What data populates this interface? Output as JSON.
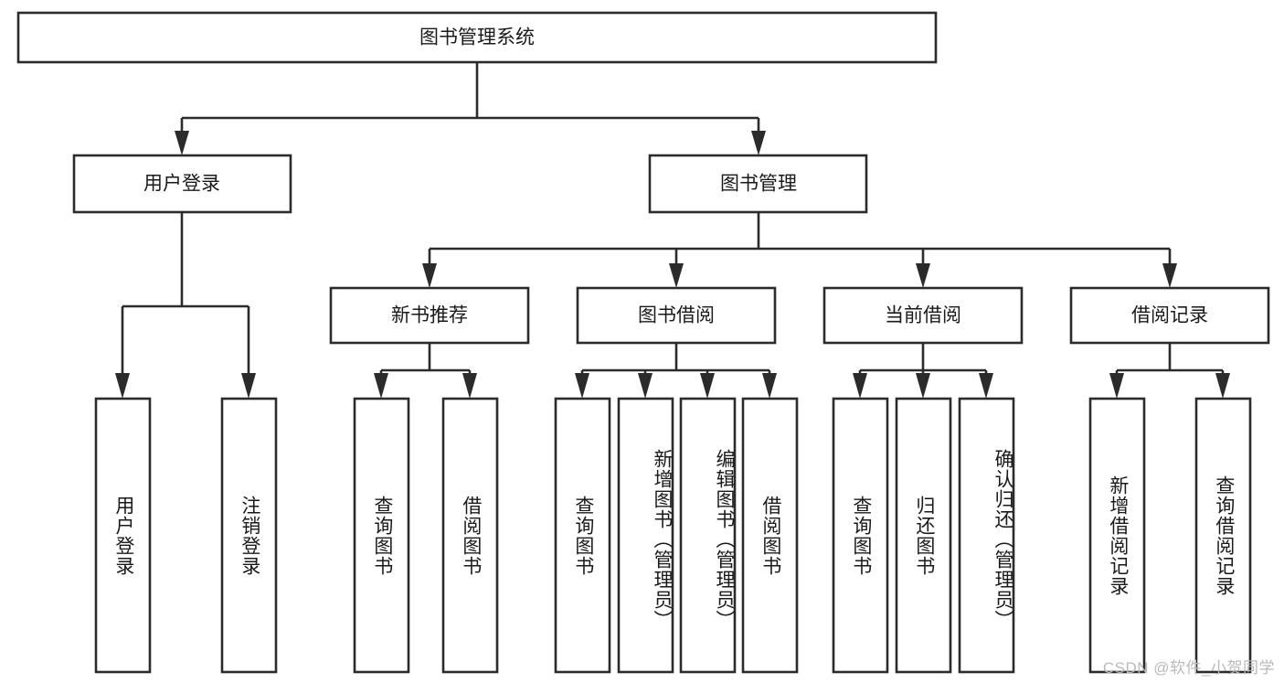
{
  "diagram": {
    "title": "图书管理系统",
    "type": "tree-hierarchy",
    "orientation": "top-down",
    "root": {
      "id": "root",
      "label": "图书管理系统"
    },
    "level2": [
      {
        "id": "user-login",
        "label": "用户登录"
      },
      {
        "id": "book-management",
        "label": "图书管理"
      }
    ],
    "level3": [
      {
        "id": "new-book-recommend",
        "label": "新书推荐",
        "parent": "book-management"
      },
      {
        "id": "book-borrow",
        "label": "图书借阅",
        "parent": "book-management"
      },
      {
        "id": "current-borrow",
        "label": "当前借阅",
        "parent": "book-management"
      },
      {
        "id": "borrow-record",
        "label": "借阅记录",
        "parent": "book-management"
      }
    ],
    "leaves": [
      {
        "id": "leaf-user-login",
        "label": "用户登录",
        "parent": "user-login"
      },
      {
        "id": "leaf-logout-login",
        "label": "注销登录",
        "parent": "user-login"
      },
      {
        "id": "leaf-query-book-1",
        "label": "查询图书",
        "parent": "new-book-recommend"
      },
      {
        "id": "leaf-borrow-book-1",
        "label": "借阅图书",
        "parent": "new-book-recommend"
      },
      {
        "id": "leaf-query-book-2",
        "label": "查询图书",
        "parent": "book-borrow"
      },
      {
        "id": "leaf-add-book",
        "label": "新增图书（管理员）",
        "parent": "book-borrow"
      },
      {
        "id": "leaf-edit-book",
        "label": "编辑图书（管理员）",
        "parent": "book-borrow"
      },
      {
        "id": "leaf-borrow-book-2",
        "label": "借阅图书",
        "parent": "book-borrow"
      },
      {
        "id": "leaf-query-book-3",
        "label": "查询图书",
        "parent": "current-borrow"
      },
      {
        "id": "leaf-return-book",
        "label": "归还图书",
        "parent": "current-borrow"
      },
      {
        "id": "leaf-confirm-return",
        "label": "确认归还（管理员）",
        "parent": "current-borrow"
      },
      {
        "id": "leaf-add-record",
        "label": "新增借阅记录",
        "parent": "borrow-record"
      },
      {
        "id": "leaf-query-record",
        "label": "查询借阅记录",
        "parent": "borrow-record"
      }
    ],
    "colors": {
      "stroke": "#2b2b2b",
      "fill": "#ffffff",
      "text": "#1a1a1a",
      "watermark": "#b9b9b9",
      "background": "#ffffff"
    }
  },
  "watermark": {
    "text": "CSDN @软件_小贺同学"
  }
}
